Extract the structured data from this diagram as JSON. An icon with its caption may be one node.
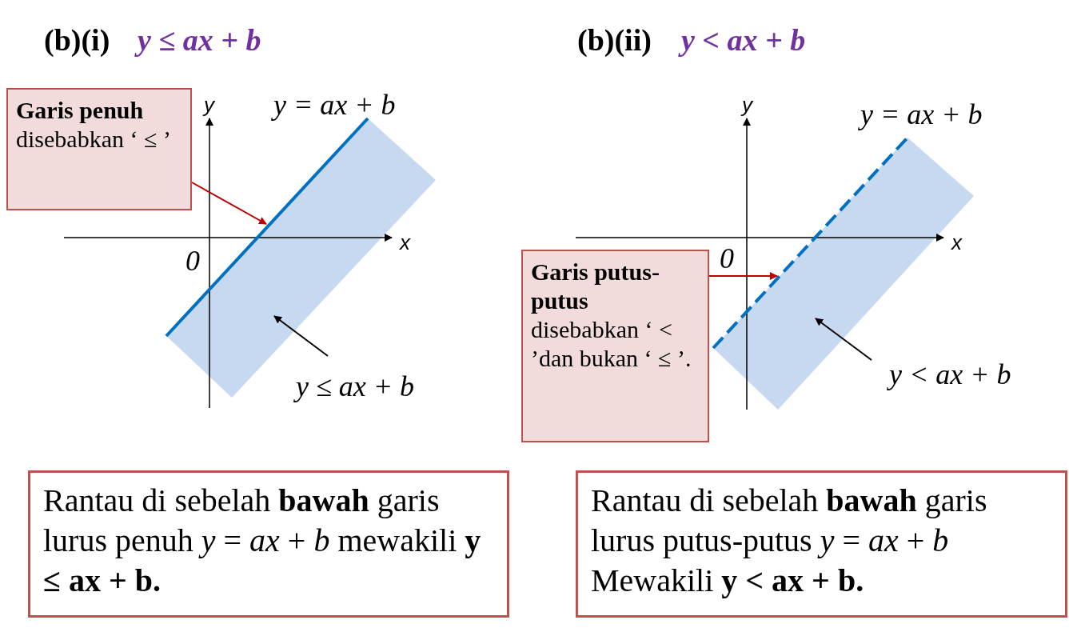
{
  "diagram": {
    "nodes": [
      {
        "text": [
          "**Garis penuh** disebabkan ‘ ≤ ’"
        ]
      },
      {
        "text": [],
        "shape": "line"
      },
      {
        "text": [
          "y ≤ ax + b"
        ]
      },
      {
        "text": [],
        "shape": "box"
      },
      {
        "text": [
          "**Garis putus-putus** disebabkan ‘ < ’dan bukan ‘ ≤ ’."
        ]
      },
      {
        "text": [],
        "shape": "line"
      },
      {
        "text": [
          "y < ax + b"
        ]
      },
      {
        "text": [],
        "shape": "box"
      },
      {
        "text": [
          "Rantau di sebelah **bawah** garis lurus penuh  *y* = *ax* + *b* mewakili **y ≤ ax + b.**"
        ]
      },
      {
        "text": [
          "Rantau di sebelah **bawah** garis lurus putus-putus *y* = *ax* + *b* Mewakili **y < ax + b.**"
        ]
      }
    ],
    "edges": [
      {
        "from": 0,
        "to": 1,
        "arrow": "to",
        "color": "#c00000"
      },
      {
        "from": 2,
        "to": 3,
        "arrow": "to",
        "color": "#000000"
      },
      {
        "from": 4,
        "to": 5,
        "arrow": "to",
        "color": "#c00000"
      },
      {
        "from": 6,
        "to": 7,
        "arrow": "to",
        "color": "#000000"
      }
    ],
    "labels": [
      "(b)(i)",
      "y ≤ ax + b",
      "y",
      "y = ax + b",
      "x",
      "0",
      "(b)(ii)",
      "y < ax + b",
      "y",
      "y = ax + b",
      "x",
      "0"
    ]
  }
}
